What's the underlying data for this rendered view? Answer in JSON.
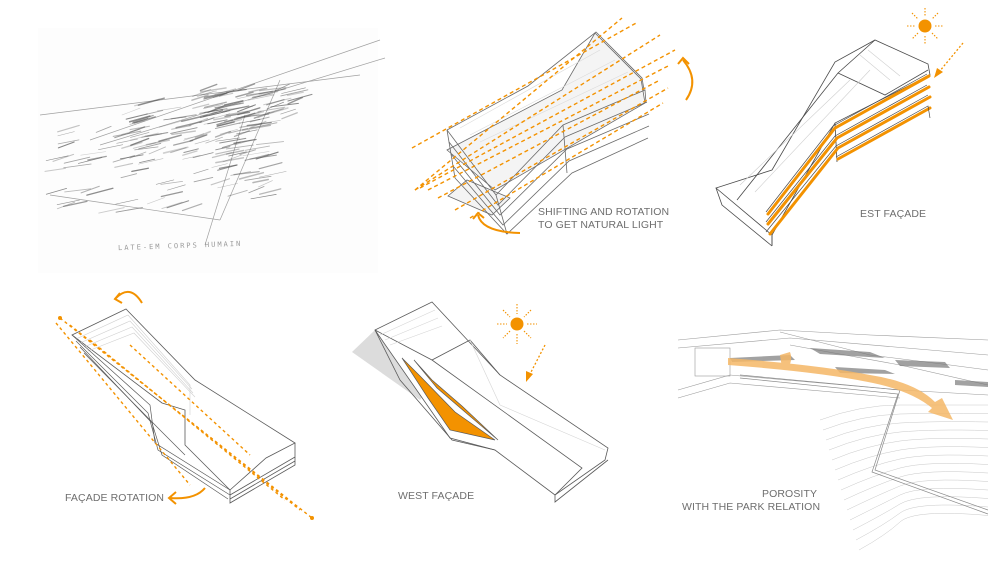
{
  "colors": {
    "accent": "#f39200",
    "accent_light": "#f5b766",
    "line": "#5a5a5a",
    "line_light": "#c8c8c8",
    "shadow": "#d9d9d9",
    "text": "#6e6e6e"
  },
  "panels": [
    {
      "id": "sketch",
      "caption": "LATE-EM  CORPS  HUMAIN",
      "icons": [
        "pencil-sketch"
      ]
    },
    {
      "id": "shifting",
      "label_line1": "SHIFTING AND ROTATION",
      "label_line2": "TO GET NATURAL LIGHT",
      "icons": [
        "rotate-arrow-icon",
        "rotate-arrow-icon",
        "light-ray-lines"
      ]
    },
    {
      "id": "est-facade",
      "label": "EST FAÇADE",
      "icons": [
        "sun-icon",
        "sun-ray-arrow-icon"
      ]
    },
    {
      "id": "facade-rotation",
      "label": "FAÇADE ROTATION",
      "icons": [
        "rotate-arrow-icon",
        "rotate-arrow-icon",
        "axis-line"
      ]
    },
    {
      "id": "west-facade",
      "label": "WEST FAÇADE",
      "icons": [
        "sun-icon",
        "sun-ray-arrow-icon"
      ]
    },
    {
      "id": "porosity",
      "label_line1": "POROSITY",
      "label_line2": "WITH THE PARK  RELATION",
      "icons": [
        "flow-arrow-icon"
      ]
    }
  ]
}
